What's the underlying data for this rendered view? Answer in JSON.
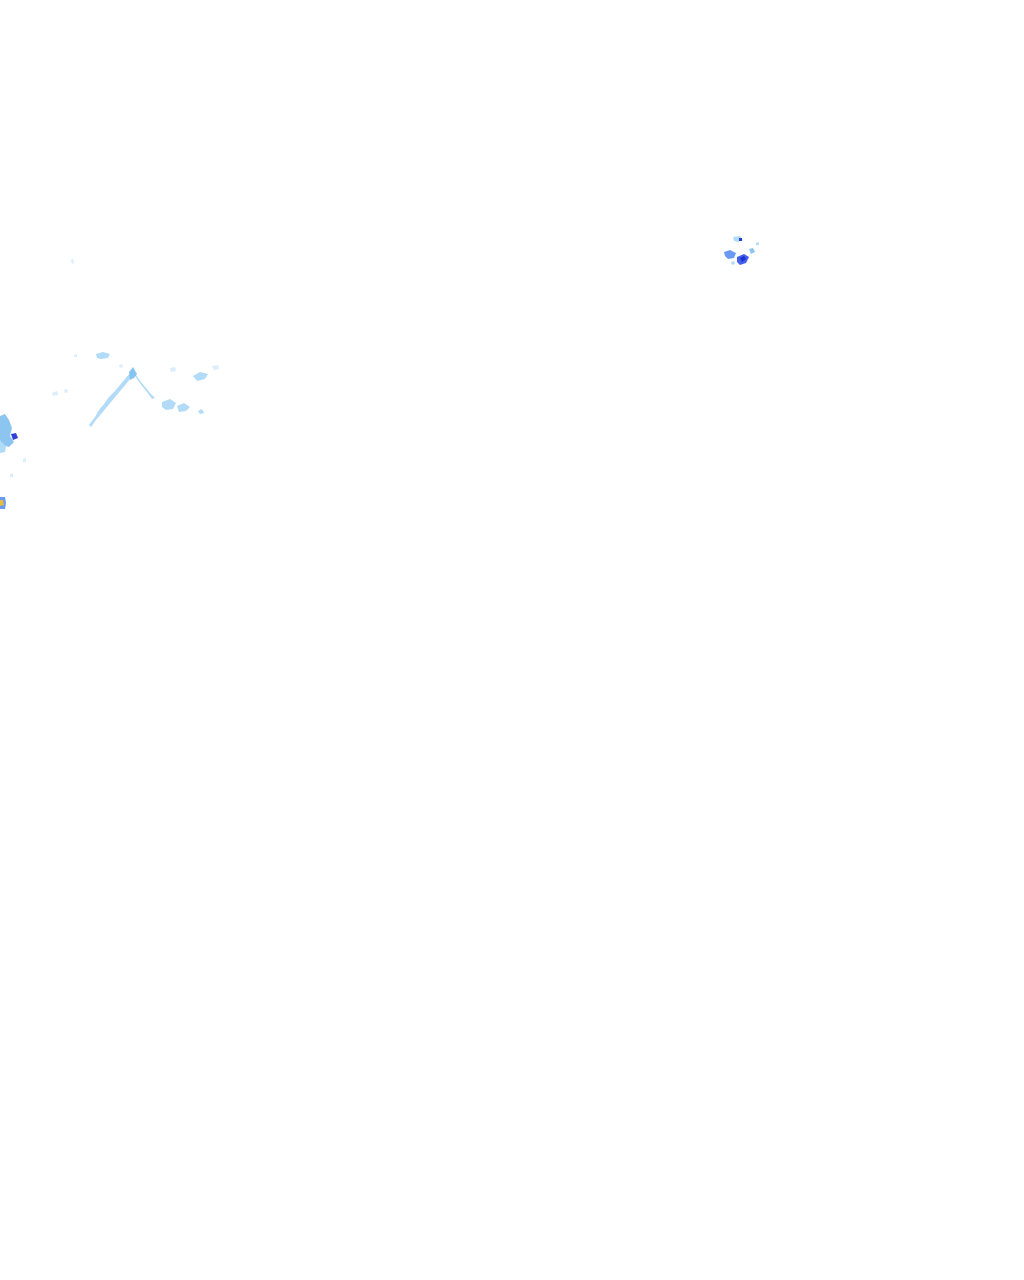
{
  "layer": {
    "type": "precipitation-radar-overlay",
    "background": "transparent"
  },
  "legend_colors": {
    "very_light": "#d6ecfb",
    "light": "#a9d7f5",
    "light_moderate": "#7fc0ee",
    "moderate": "#5a8ff0",
    "heavy": "#2f4fe8",
    "very_heavy": "#1b2bd0",
    "extreme": "#f2c12e"
  },
  "echo_groups": [
    {
      "name": "northeast-cell",
      "intensity": "heavy"
    },
    {
      "name": "west-chevron-band",
      "intensity": "light"
    },
    {
      "name": "west-edge-cluster",
      "intensity": "light_moderate"
    },
    {
      "name": "southwest-edge-cell",
      "intensity": "extreme"
    }
  ]
}
